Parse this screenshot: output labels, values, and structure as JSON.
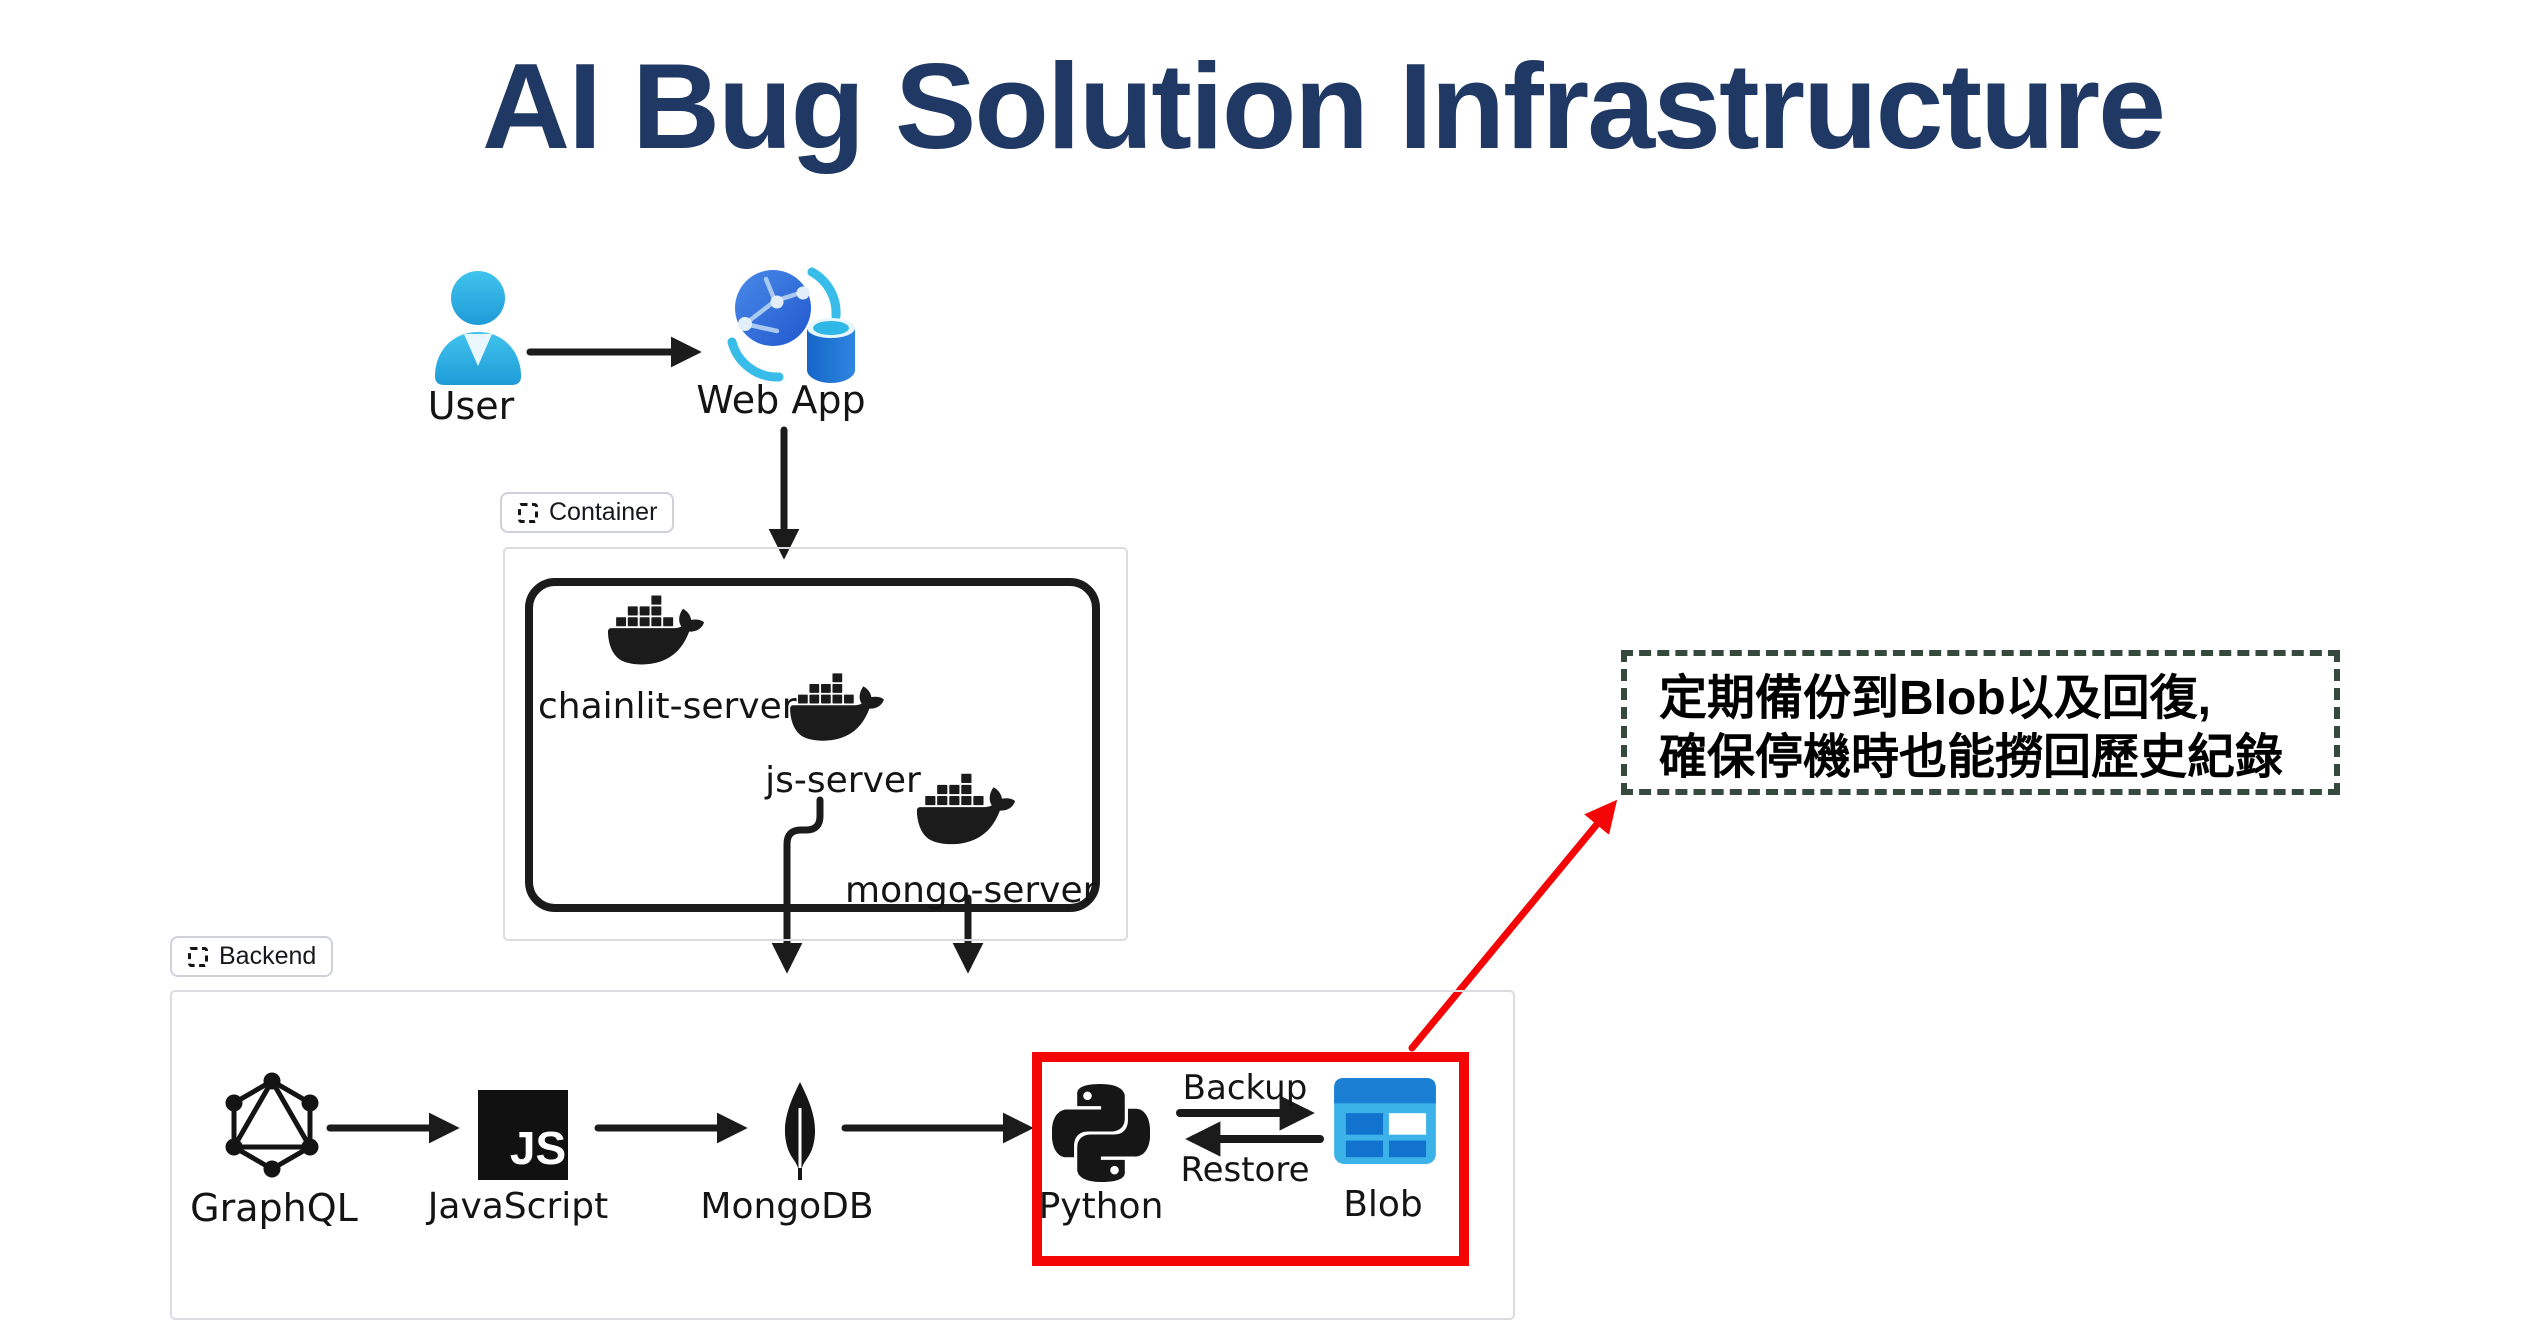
{
  "title": "AI Bug Solution Infrastructure",
  "groups": {
    "container": {
      "label": "Container"
    },
    "backend": {
      "label": "Backend"
    }
  },
  "nodes": {
    "user": {
      "label": "User"
    },
    "web_app": {
      "label": "Web App"
    },
    "chainlit_server": {
      "label": "chainlit-server"
    },
    "js_server": {
      "label": "js-server"
    },
    "mongo_server": {
      "label": "mongo-server"
    },
    "graphql": {
      "label": "GraphQL"
    },
    "javascript": {
      "label": "JavaScript",
      "icon_text": "JS"
    },
    "mongodb": {
      "label": "MongoDB"
    },
    "python": {
      "label": "Python"
    },
    "blob": {
      "label": "Blob"
    }
  },
  "edges": {
    "backup": {
      "label": "Backup"
    },
    "restore": {
      "label": "Restore"
    }
  },
  "annotation": {
    "line1": "定期備份到Blob以及回復,",
    "line2": "確保停機時也能撈回歷史紀錄"
  },
  "colors": {
    "title": "#1F3864",
    "highlight_red": "#F40606",
    "annotation_border": "#35493C",
    "diagram_black": "#1B1B1B",
    "group_border": "#DBDCE2",
    "user_cyan": "#2EB4E4",
    "azure_blue": "#1B7FD4",
    "blob_cyan": "#3CB3E8"
  }
}
